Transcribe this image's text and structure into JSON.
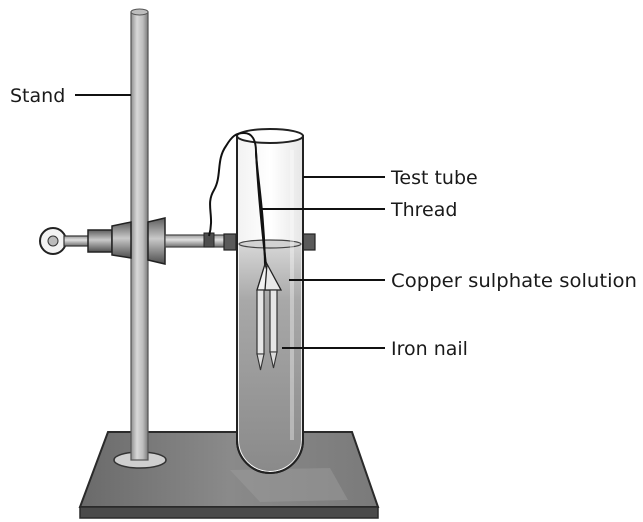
{
  "labels": {
    "stand": "Stand",
    "test_tube": "Test tube",
    "thread": "Thread",
    "solution": "Copper sulphate solution",
    "nail": "Iron nail"
  }
}
